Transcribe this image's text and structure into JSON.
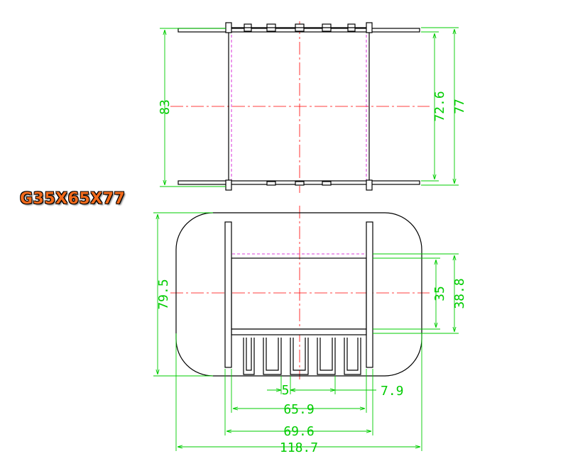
{
  "title": "G35X65X77",
  "dimensions": {
    "top_overall_height": "83",
    "top_inner_height": "72.6",
    "top_outer_height": "77",
    "front_height": "79.5",
    "front_inner": "35",
    "front_outer": "38.8",
    "pin_width": "5",
    "pin_pitch": "7.9",
    "width_inner": "65.9",
    "width_mid": "69.6",
    "width_overall": "118.7"
  },
  "colors": {
    "title": "#f26a1b",
    "outline": "#000000",
    "dimension": "#00cc00",
    "centerline": "#ff0000",
    "hidden_line": "#d000d0"
  }
}
